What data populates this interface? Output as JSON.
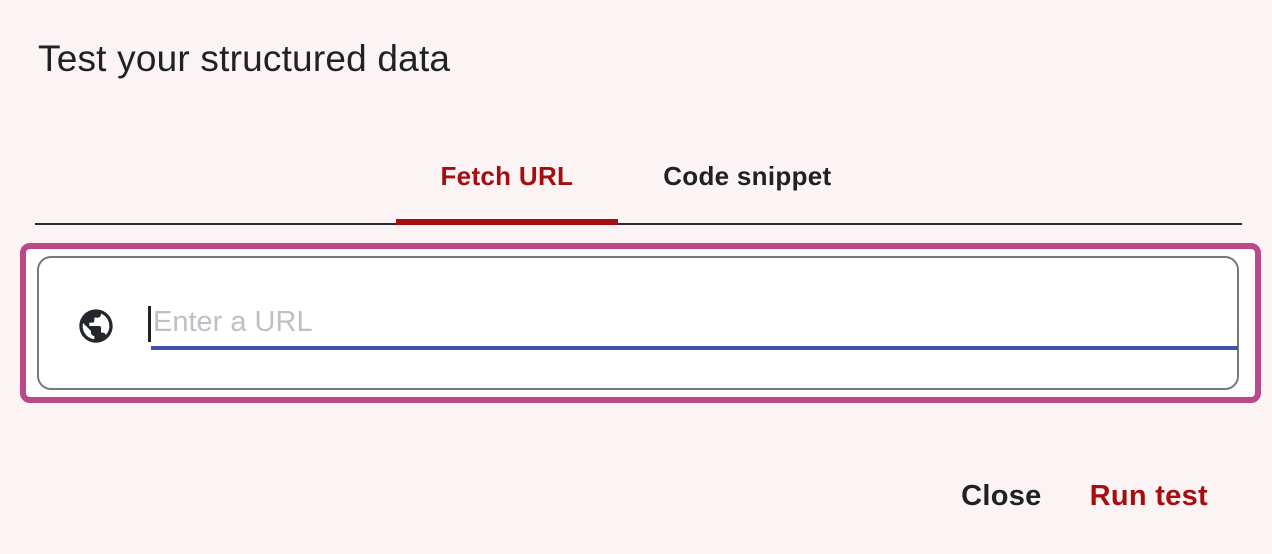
{
  "dialog": {
    "title": "Test your structured data"
  },
  "tabs": [
    {
      "label": "Fetch URL",
      "active": true
    },
    {
      "label": "Code snippet",
      "active": false
    }
  ],
  "url_input": {
    "icon": "globe-icon",
    "placeholder": "Enter a URL",
    "value": ""
  },
  "actions": {
    "close_label": "Close",
    "run_test_label": "Run test"
  },
  "colors": {
    "background": "#fcf3f4",
    "text_primary": "#202124",
    "accent_red": "#a50e0e",
    "highlight_magenta": "#b84a8a",
    "input_underline_blue": "#3e51a4",
    "placeholder_gray": "#bdc1c6",
    "card_border_gray": "#76777a"
  }
}
